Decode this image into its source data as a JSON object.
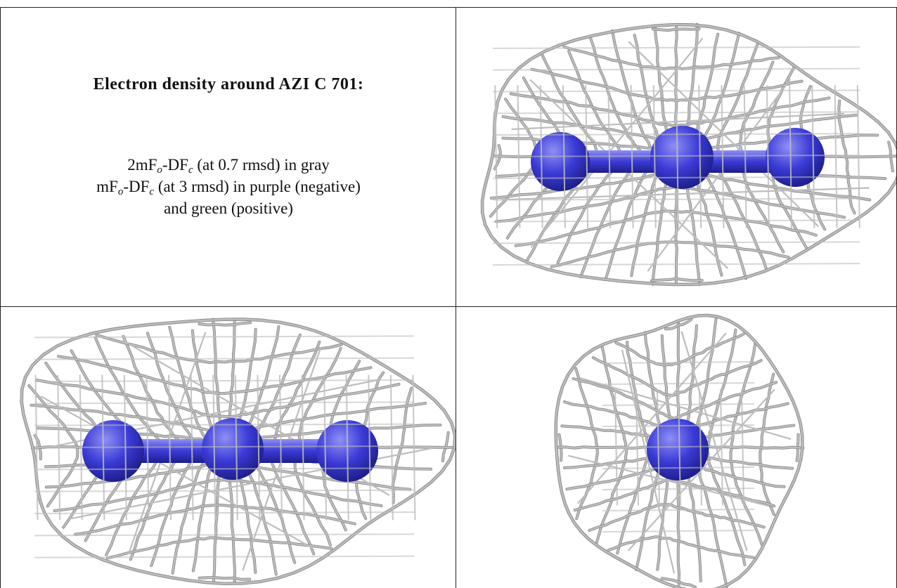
{
  "caption": {
    "title": "Electron density around AZI C 701:",
    "line1": {
      "a": "2mF",
      "a_sub": "o",
      "b": "-DF",
      "b_sub": "c",
      "rest": " (at 0.7 rmsd) in gray"
    },
    "line2": {
      "a": "mF",
      "a_sub": "o",
      "b": "-DF",
      "b_sub": "c",
      "rest": " (at 3 rmsd) in purple (negative)"
    },
    "line3": "and green (positive)"
  },
  "colors": {
    "mesh": "#bdbdbd",
    "mesh_dark": "#8a8a8a",
    "atom": "#3a3ad6",
    "atom_highlight": "#8f8ff5",
    "grid_line": "#222222"
  },
  "views": [
    {
      "name": "side-view-top-right",
      "orientation": "side",
      "atoms": 3
    },
    {
      "name": "side-view-bottom-left",
      "orientation": "side",
      "atoms": 3
    },
    {
      "name": "end-on-view-bottom-right",
      "orientation": "end-on",
      "atoms": 1
    }
  ]
}
